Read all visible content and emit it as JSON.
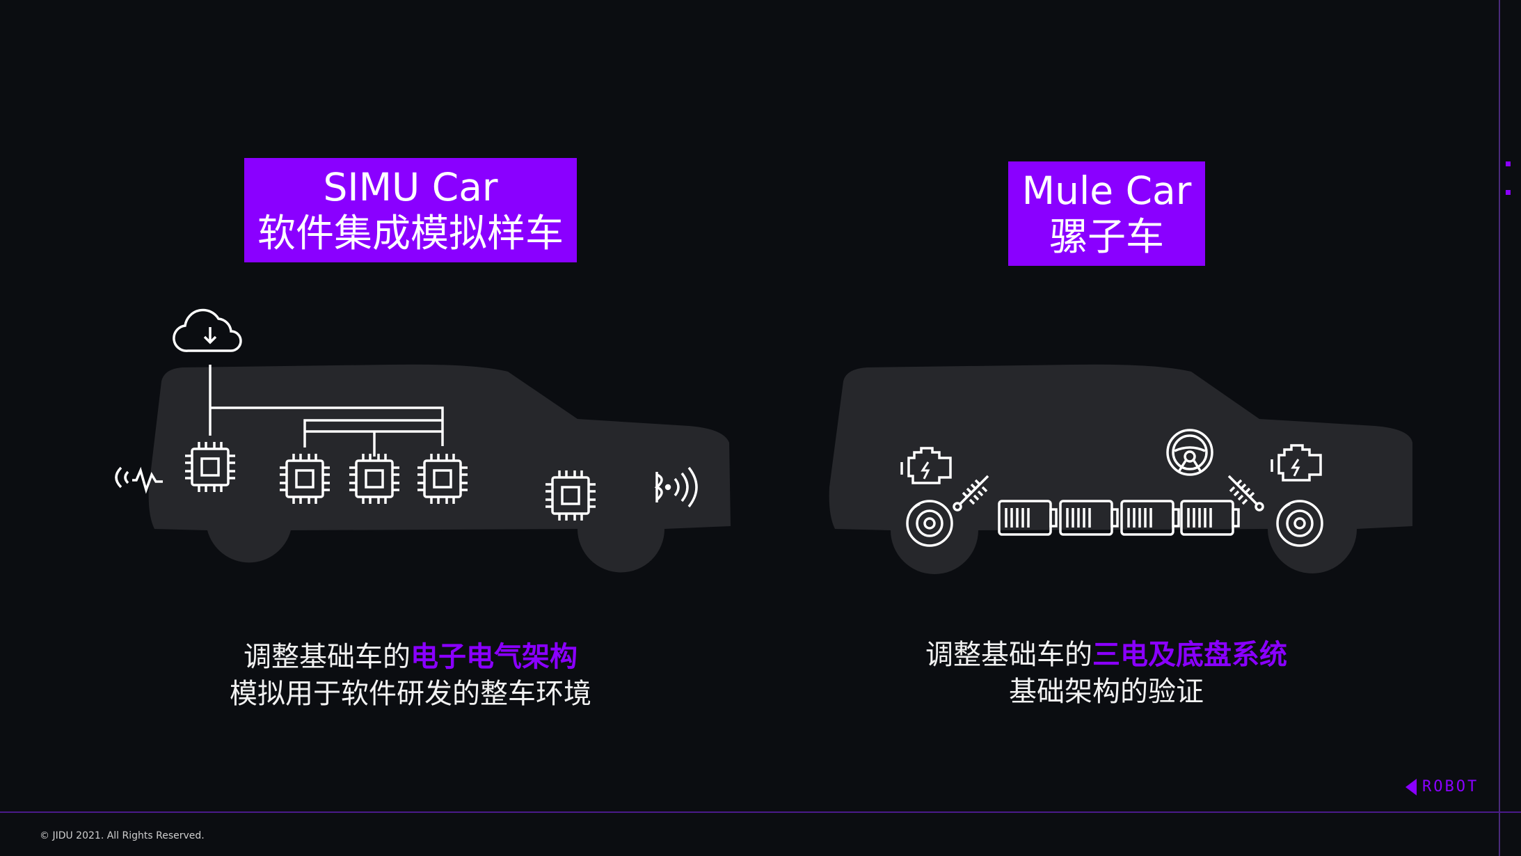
{
  "simu": {
    "title_en": "SIMU Car",
    "title_zh": "软件集成模拟样车",
    "caption_line1_prefix": "调整基础车的",
    "caption_line1_highlight": "电子电气架构",
    "caption_line2": "模拟用于软件研发的整车环境"
  },
  "mule": {
    "title_en": "Mule Car",
    "title_zh": "骡子车",
    "caption_line1_prefix": "调整基础车的",
    "caption_line1_highlight": "三电及底盘系统",
    "caption_line2": "基础架构的验证"
  },
  "footer": {
    "copyright": "© JIDU 2021. All Rights Reserved."
  },
  "logo": {
    "text": "ROBOT"
  },
  "colors": {
    "accent": "#8a00ff",
    "background": "#0b0d11",
    "car_body": "#26272b"
  },
  "icons": [
    "cloud-download-icon",
    "chip-icon",
    "signal-pulse-icon",
    "wireless-icon",
    "engine-icon",
    "shock-absorber-icon",
    "brake-disc-icon",
    "steering-wheel-icon",
    "battery-icon"
  ]
}
